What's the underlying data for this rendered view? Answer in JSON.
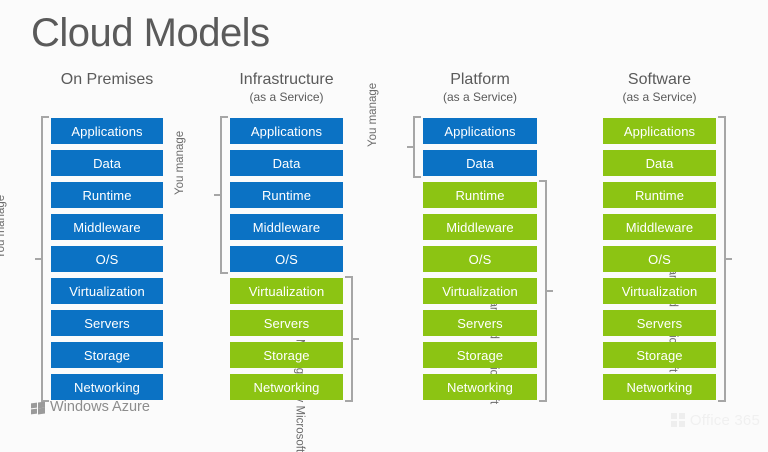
{
  "page": {
    "title": "Cloud Models",
    "background": "#fbfbfb",
    "title_color": "#595959"
  },
  "colors": {
    "you_manage": "#0b72c4",
    "managed_by_microsoft": "#8cc413",
    "bracket": "#a6a6a6",
    "label_text": "#6b6b6b"
  },
  "labels": {
    "you_manage": "You manage",
    "managed_by_microsoft": "Managed by Microsoft"
  },
  "layers": [
    "Applications",
    "Data",
    "Runtime",
    "Middleware",
    "O/S",
    "Virtualization",
    "Servers",
    "Storage",
    "Networking"
  ],
  "columns": [
    {
      "id": "on-premises",
      "title": "On Premises",
      "subtitle": "",
      "rows": [
        {
          "label": "Applications",
          "owner": "you"
        },
        {
          "label": "Data",
          "owner": "you"
        },
        {
          "label": "Runtime",
          "owner": "you"
        },
        {
          "label": "Middleware",
          "owner": "you"
        },
        {
          "label": "O/S",
          "owner": "you"
        },
        {
          "label": "Virtualization",
          "owner": "you"
        },
        {
          "label": "Servers",
          "owner": "you"
        },
        {
          "label": "Storage",
          "owner": "you"
        },
        {
          "label": "Networking",
          "owner": "you"
        }
      ],
      "brackets": [
        {
          "side": "left",
          "label": "You manage",
          "from": 0,
          "to": 8
        }
      ]
    },
    {
      "id": "infrastructure-as-a-service",
      "title": "Infrastructure",
      "subtitle": "(as a Service)",
      "rows": [
        {
          "label": "Applications",
          "owner": "you"
        },
        {
          "label": "Data",
          "owner": "you"
        },
        {
          "label": "Runtime",
          "owner": "you"
        },
        {
          "label": "Middleware",
          "owner": "you"
        },
        {
          "label": "O/S",
          "owner": "you"
        },
        {
          "label": "Virtualization",
          "owner": "microsoft"
        },
        {
          "label": "Servers",
          "owner": "microsoft"
        },
        {
          "label": "Storage",
          "owner": "microsoft"
        },
        {
          "label": "Networking",
          "owner": "microsoft"
        }
      ],
      "brackets": [
        {
          "side": "left",
          "label": "You manage",
          "from": 0,
          "to": 4
        },
        {
          "side": "right",
          "label": "Managed by Microsoft",
          "from": 5,
          "to": 8
        }
      ]
    },
    {
      "id": "platform-as-a-service",
      "title": "Platform",
      "subtitle": "(as a Service)",
      "rows": [
        {
          "label": "Applications",
          "owner": "you"
        },
        {
          "label": "Data",
          "owner": "you"
        },
        {
          "label": "Runtime",
          "owner": "microsoft"
        },
        {
          "label": "Middleware",
          "owner": "microsoft"
        },
        {
          "label": "O/S",
          "owner": "microsoft"
        },
        {
          "label": "Virtualization",
          "owner": "microsoft"
        },
        {
          "label": "Servers",
          "owner": "microsoft"
        },
        {
          "label": "Storage",
          "owner": "microsoft"
        },
        {
          "label": "Networking",
          "owner": "microsoft"
        }
      ],
      "brackets": [
        {
          "side": "left",
          "label": "You manage",
          "from": 0,
          "to": 1
        },
        {
          "side": "right",
          "label": "Managed by Microsoft",
          "from": 2,
          "to": 8
        }
      ]
    },
    {
      "id": "software-as-a-service",
      "title": "Software",
      "subtitle": "(as a Service)",
      "rows": [
        {
          "label": "Applications",
          "owner": "microsoft"
        },
        {
          "label": "Data",
          "owner": "microsoft"
        },
        {
          "label": "Runtime",
          "owner": "microsoft"
        },
        {
          "label": "Middleware",
          "owner": "microsoft"
        },
        {
          "label": "O/S",
          "owner": "microsoft"
        },
        {
          "label": "Virtualization",
          "owner": "microsoft"
        },
        {
          "label": "Servers",
          "owner": "microsoft"
        },
        {
          "label": "Storage",
          "owner": "microsoft"
        },
        {
          "label": "Networking",
          "owner": "microsoft"
        }
      ],
      "brackets": [
        {
          "side": "right",
          "label": "Managed by Microsoft",
          "from": 0,
          "to": 8
        }
      ]
    }
  ],
  "branding": {
    "azure_logo_text": "Windows Azure",
    "azure_logo_icon": "windows-flag-icon"
  },
  "watermark": {
    "text": "Office 365",
    "icon": "office-grid-icon"
  }
}
